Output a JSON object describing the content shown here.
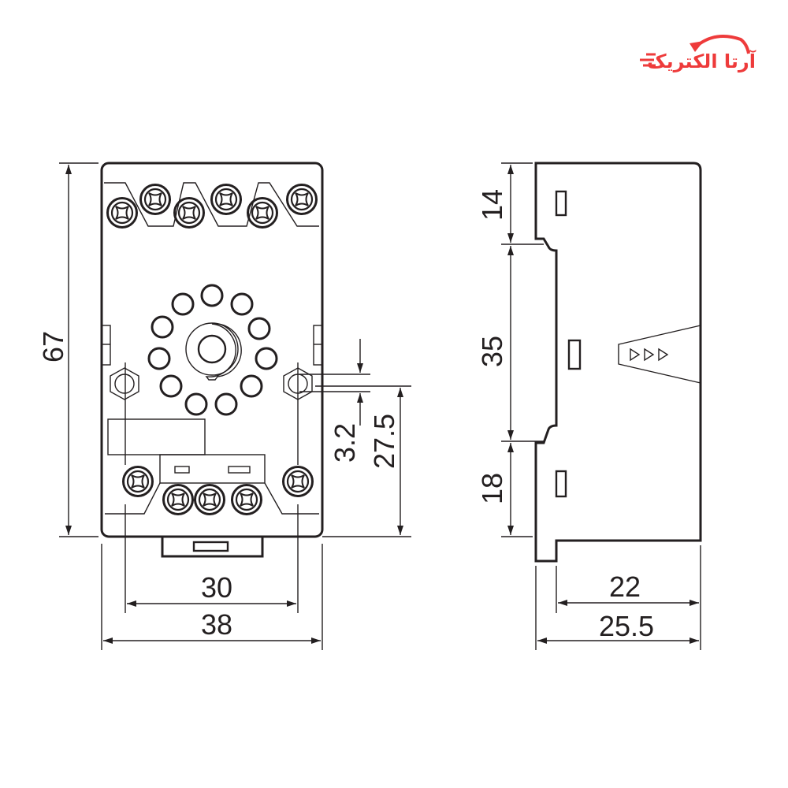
{
  "logo": {
    "text": "آرتا الکتریک",
    "color": "#ee3b3b"
  },
  "front_view": {
    "dimensions": {
      "height": "67",
      "screw_spacing": "30",
      "width": "38",
      "offset": "3.2",
      "center_height": "27.5"
    }
  },
  "side_view": {
    "dimensions": {
      "top": "14",
      "din_rail": "35",
      "bottom": "18",
      "depth_inner": "22",
      "depth_total": "25.5"
    }
  },
  "colors": {
    "line": "#231f20",
    "brand": "#ee3b3b"
  }
}
